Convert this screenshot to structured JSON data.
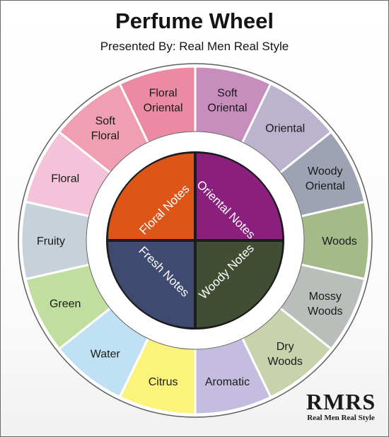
{
  "title": "Perfume Wheel",
  "subtitle": "Presented By: Real Men Real Style",
  "logo": {
    "main": "RMRS",
    "tagline": "Real Men Real Style"
  },
  "inner_notes": [
    {
      "label": "Floral Notes",
      "color": "#dd5517"
    },
    {
      "label": "Oriental Notes",
      "color": "#8b1f7e"
    },
    {
      "label": "Fresh Notes",
      "color": "#3e4a70"
    },
    {
      "label": "Woody Notes",
      "color": "#424e34"
    }
  ],
  "outer_segments": [
    {
      "label": "Soft Oriental",
      "color": "#c68dbd"
    },
    {
      "label": "Oriental",
      "color": "#bcb4cf"
    },
    {
      "label": "Woody Oriental",
      "color": "#9ea3b4"
    },
    {
      "label": "Woods",
      "color": "#a4ba89"
    },
    {
      "label": "Mossy Woods",
      "color": "#b9bebb"
    },
    {
      "label": "Dry Woods",
      "color": "#c8d3ae"
    },
    {
      "label": "Aromatic",
      "color": "#c4bde0"
    },
    {
      "label": "Citrus",
      "color": "#fcf37c"
    },
    {
      "label": "Water",
      "color": "#bfe1f3"
    },
    {
      "label": "Green",
      "color": "#c0df9f"
    },
    {
      "label": "Fruity",
      "color": "#c7d1d9"
    },
    {
      "label": "Floral",
      "color": "#f4c3d9"
    },
    {
      "label": "Soft Floral",
      "color": "#ef9fb1"
    },
    {
      "label": "Floral Oriental",
      "color": "#ec8aa4"
    }
  ]
}
